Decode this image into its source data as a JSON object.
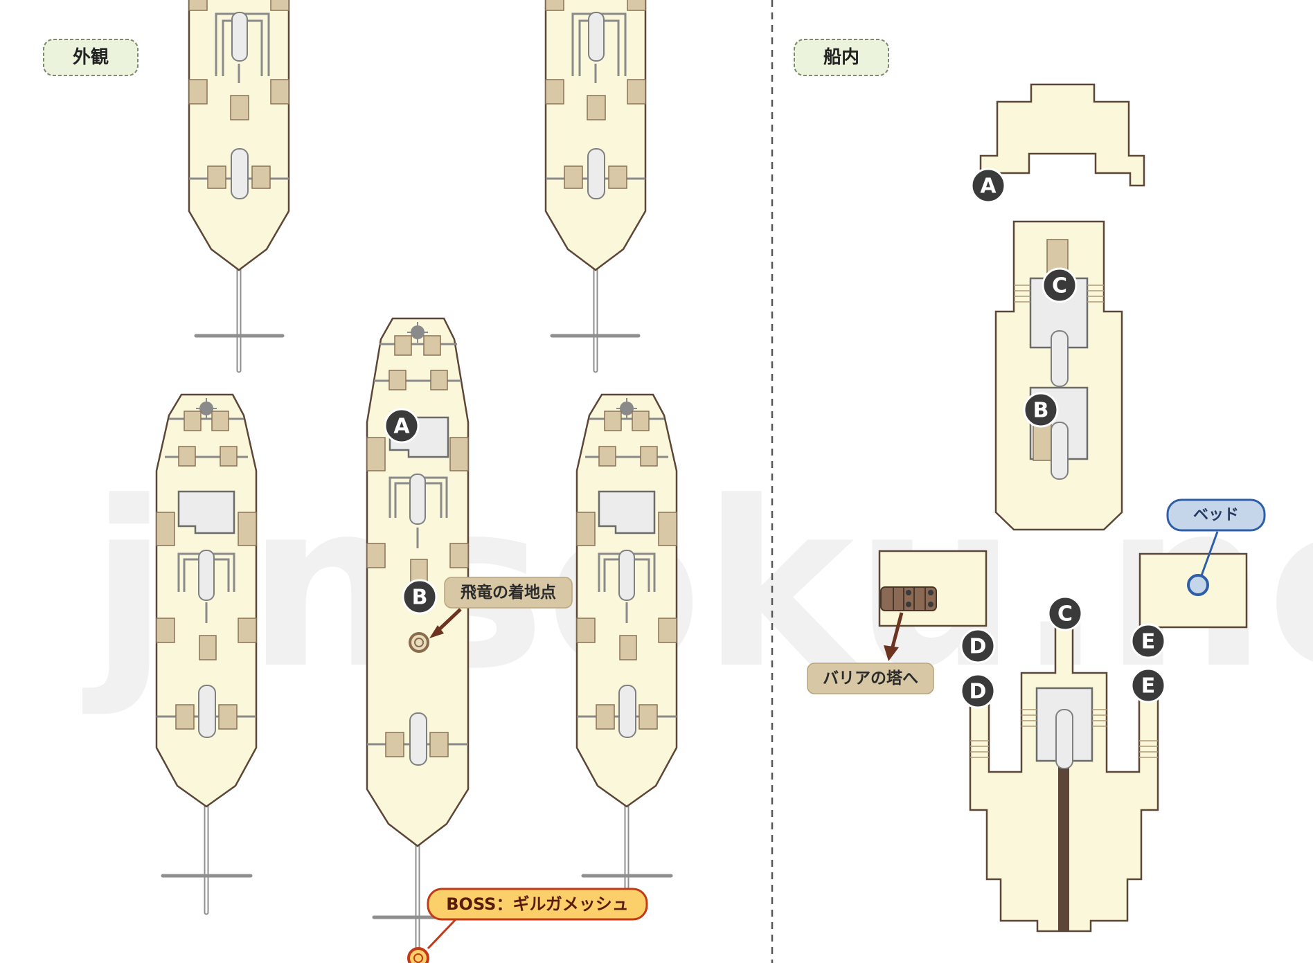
{
  "watermark": "jinsoku.net",
  "sections": {
    "exterior": "外観",
    "interior": "船内"
  },
  "labels": {
    "landing": "飛竜の着地点",
    "barrier": "バリアの塔へ",
    "boss": "BOSS：ギルガメッシュ",
    "bed": "ベッド"
  },
  "markers": {
    "A": "A",
    "B": "B",
    "C": "C",
    "D": "D",
    "E": "E"
  },
  "colors": {
    "hull": "#fbf7da",
    "outline": "#5b4637",
    "boss": "#c23b16",
    "bed": "#2f5ea8",
    "arrow": "#6b3320"
  }
}
